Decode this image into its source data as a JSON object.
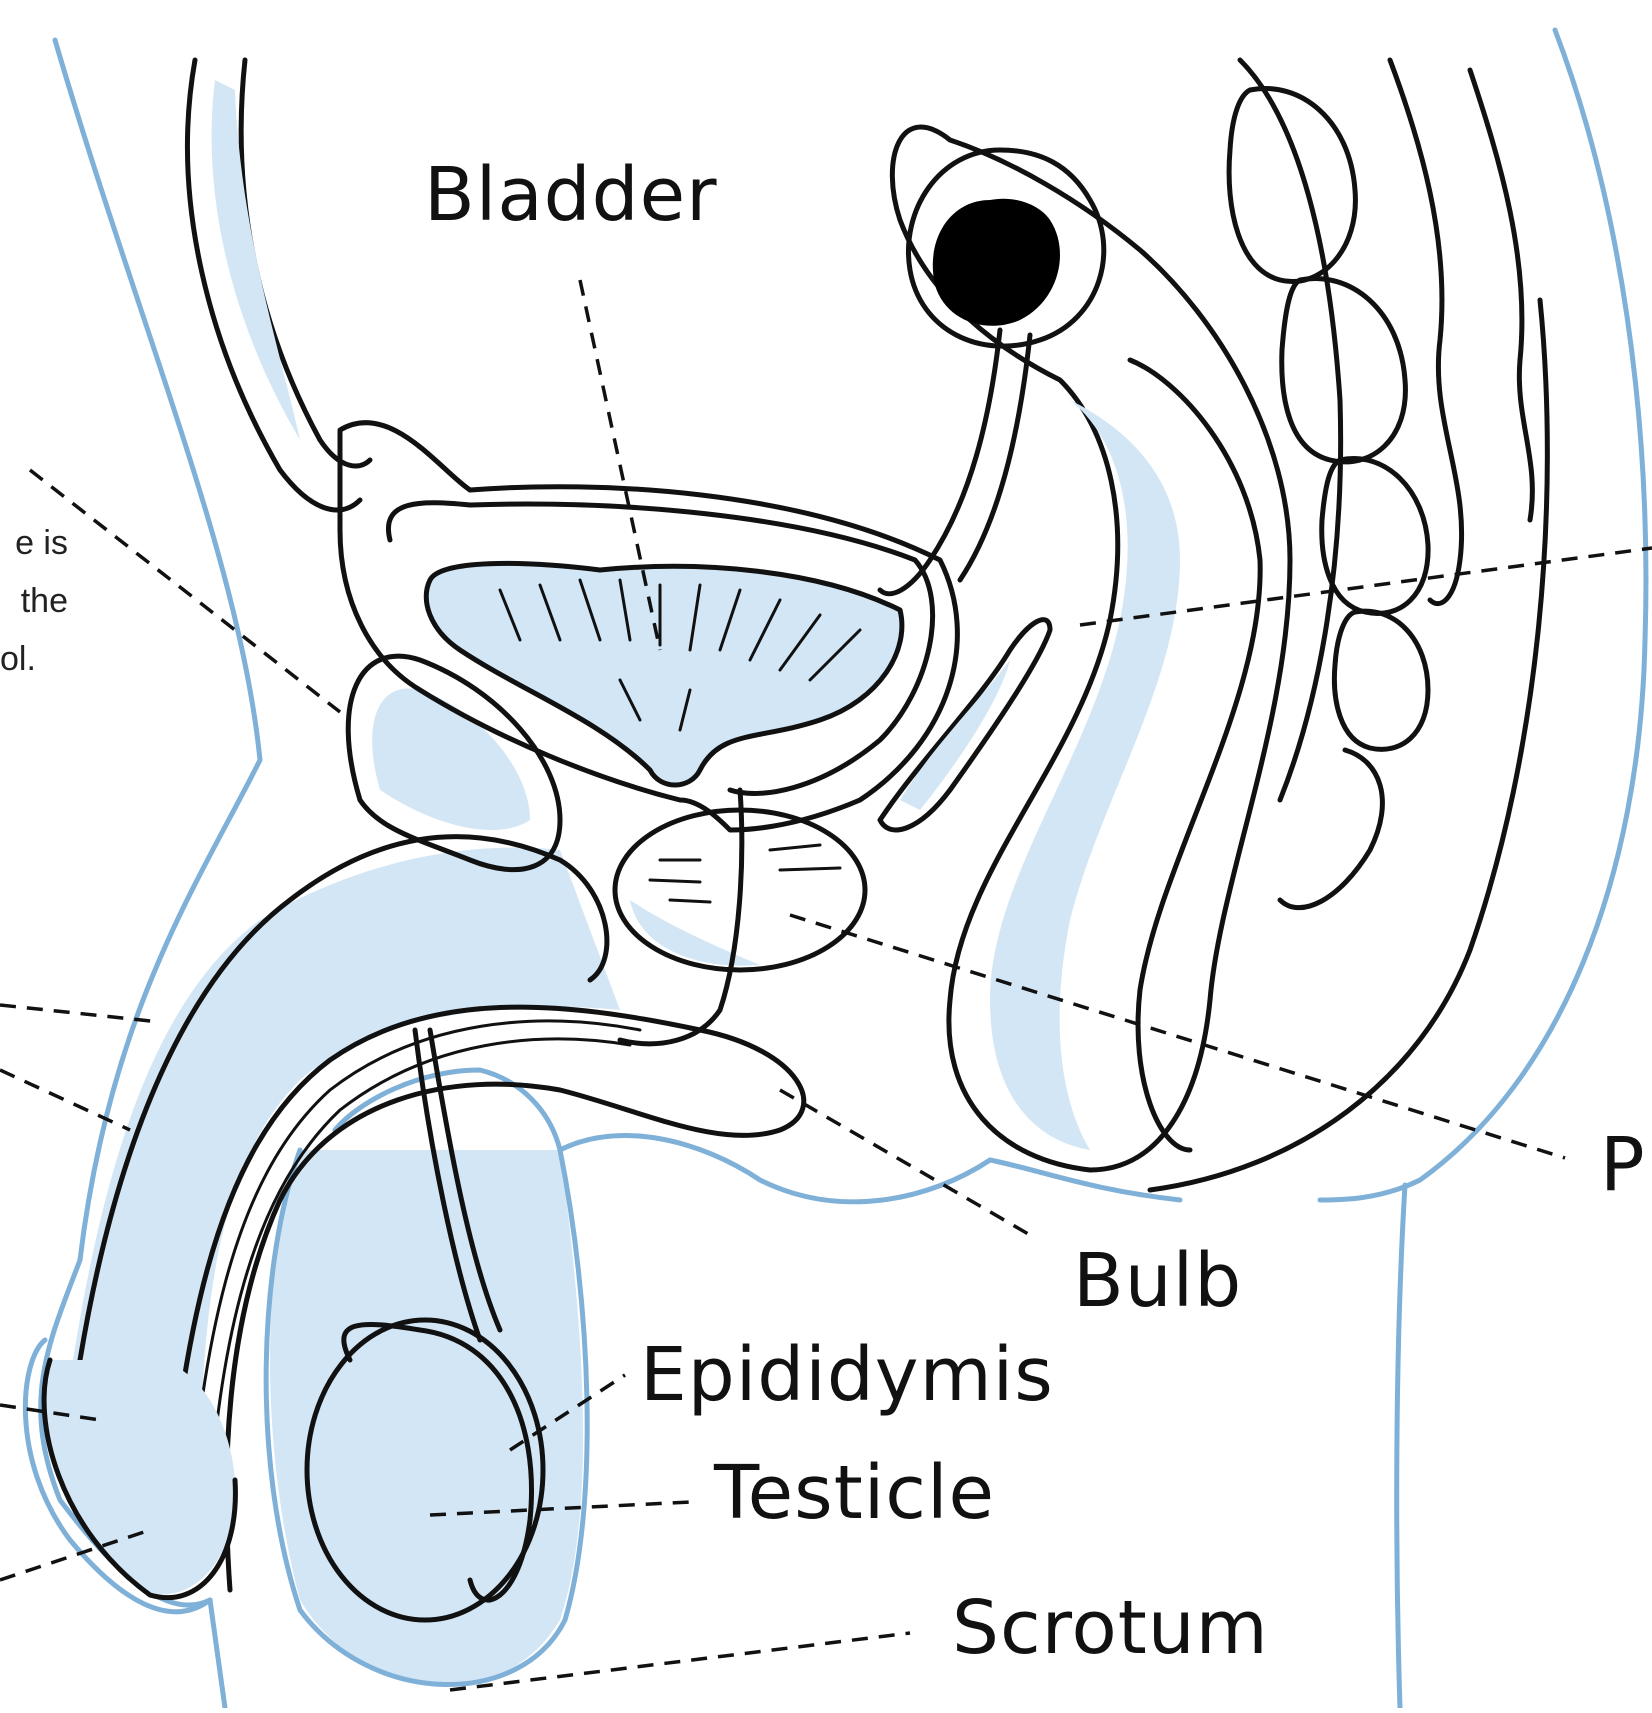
{
  "labels": {
    "bladder": "Bladder",
    "bulb": "Bulb",
    "epididymis": "Epididymis",
    "testicle": "Testicle",
    "scrotum": "Scrotum",
    "prostate_partial": "P"
  },
  "note_fragment": {
    "line1": "e is",
    "line2": "the",
    "line3": "ol."
  },
  "colors": {
    "outline": "#111111",
    "skin_outline": "#7fb0d8",
    "tissue_tint": "#d3e6f5"
  }
}
